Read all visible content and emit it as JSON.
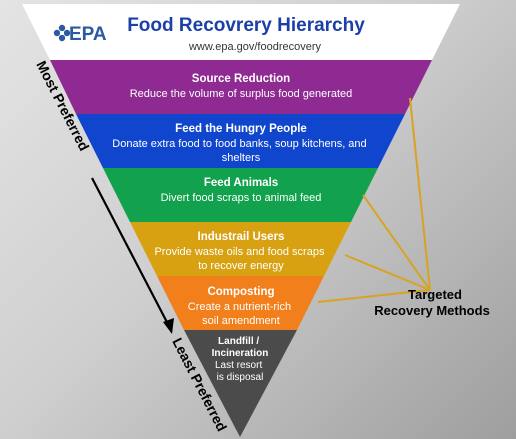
{
  "header": {
    "logo_text": "EPA",
    "title": "Food Recovrery Hierarchy",
    "url": "www.epa.gov/foodrecovery"
  },
  "tiers": [
    {
      "name": "Source Reduction",
      "description": "Reduce the volume of surplus food generated",
      "color": "#8e2a91"
    },
    {
      "name": "Feed the Hungry People",
      "description": "Donate extra food to food banks, soup kitchens, and shelters",
      "color": "#1046ce"
    },
    {
      "name": "Feed Animals",
      "description": "Divert food scraps to animal feed",
      "color": "#12a14c"
    },
    {
      "name": "Industrail Users",
      "description": "Provide waste oils and food scraps to recover energy",
      "color": "#d7a112"
    },
    {
      "name": "Composting",
      "description": "Create a nutrient-rich soil amendment",
      "color": "#f07f1c"
    },
    {
      "name": "Landfill / Incineration",
      "description": "Last resort is disposal",
      "color": "#4b4b4b"
    }
  ],
  "labels": {
    "most_preferred": "Most Preferred",
    "least_preferred": "Least Preferred",
    "targeted_line1": "Targeted",
    "targeted_line2": "Recovery Methods"
  },
  "colors": {
    "title_blue": "#1c3fa8",
    "logo_blue": "#2c5aa0",
    "bracket": "#d8a321"
  }
}
